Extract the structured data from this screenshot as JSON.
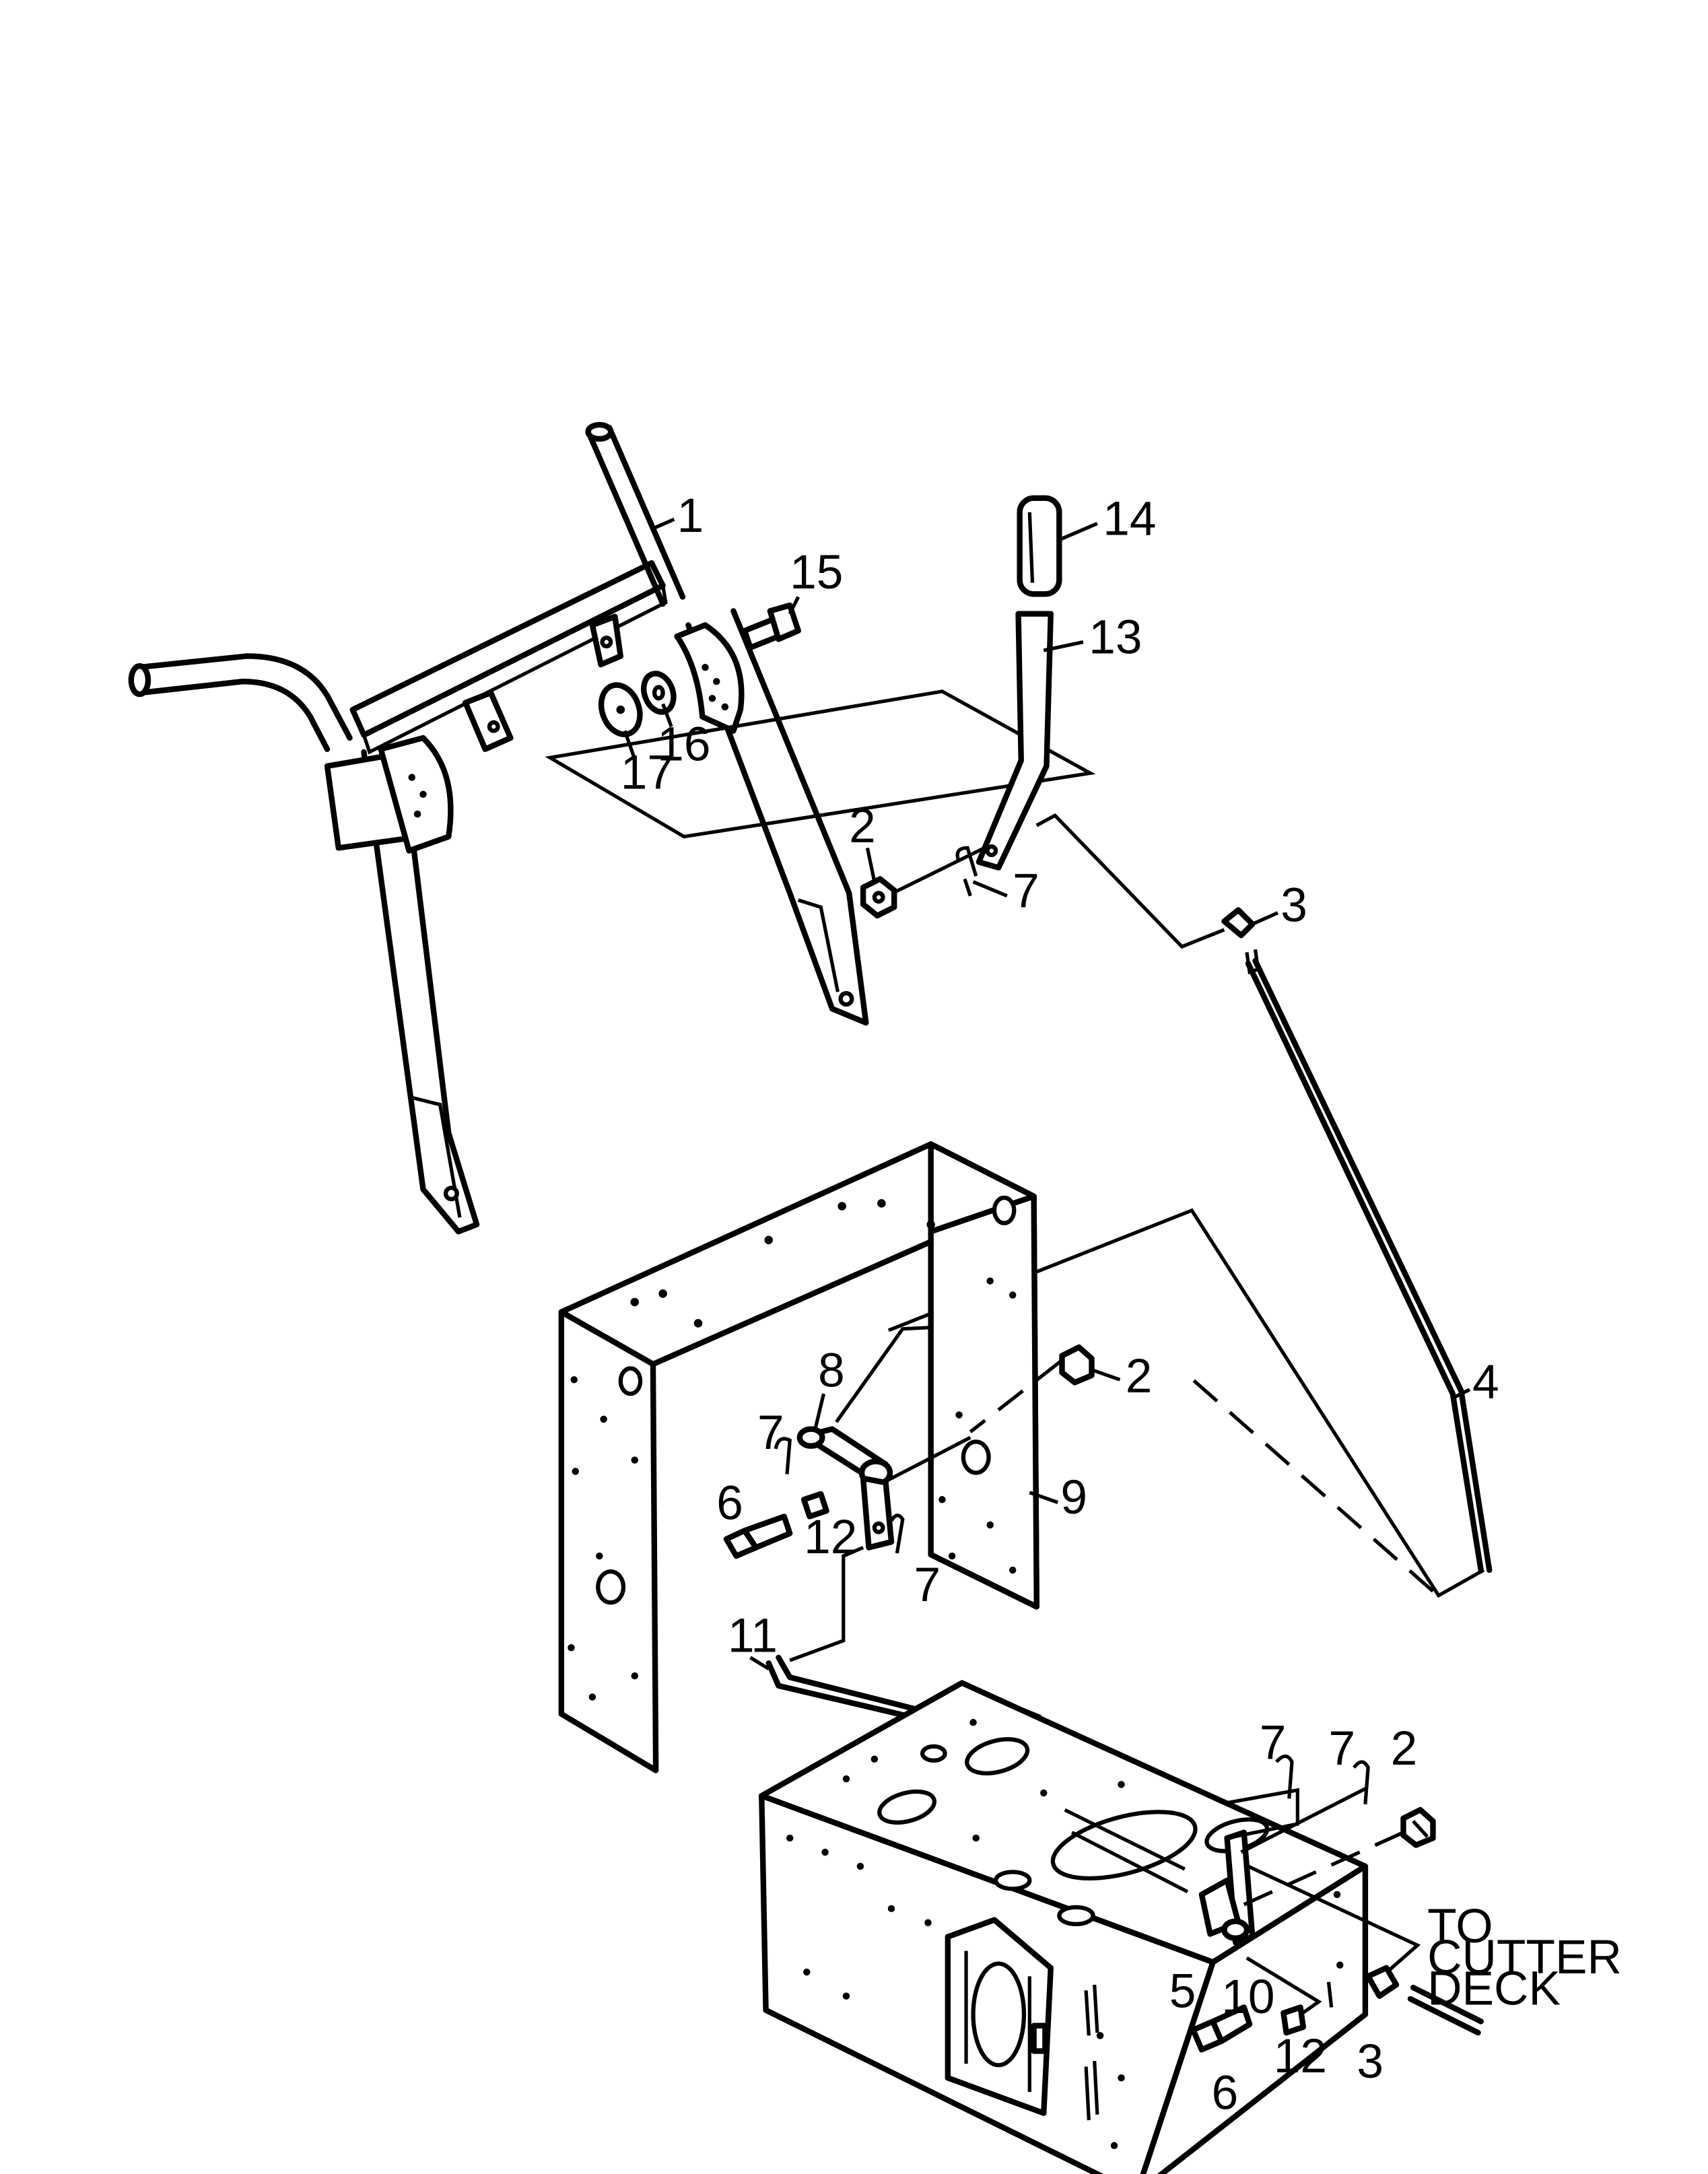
{
  "callouts": [
    {
      "id": "c1",
      "text": "1"
    },
    {
      "id": "c14",
      "text": "14"
    },
    {
      "id": "c15",
      "text": "15"
    },
    {
      "id": "c13",
      "text": "13"
    },
    {
      "id": "c16",
      "text": "16"
    },
    {
      "id": "c17",
      "text": "17"
    },
    {
      "id": "c2a",
      "text": "2"
    },
    {
      "id": "c7a",
      "text": "7"
    },
    {
      "id": "c3a",
      "text": "3"
    },
    {
      "id": "c8",
      "text": "8"
    },
    {
      "id": "c2b",
      "text": "2"
    },
    {
      "id": "c7b",
      "text": "7"
    },
    {
      "id": "c6a",
      "text": "6"
    },
    {
      "id": "c12a",
      "text": "12"
    },
    {
      "id": "c9",
      "text": "9"
    },
    {
      "id": "c7c",
      "text": "7"
    },
    {
      "id": "c4",
      "text": "4"
    },
    {
      "id": "c11",
      "text": "11"
    },
    {
      "id": "c7d",
      "text": "7"
    },
    {
      "id": "c7e",
      "text": "7"
    },
    {
      "id": "c2c",
      "text": "2"
    },
    {
      "id": "c10",
      "text": "10"
    },
    {
      "id": "c5",
      "text": "5"
    },
    {
      "id": "c12b",
      "text": "12"
    },
    {
      "id": "c3b",
      "text": "3"
    },
    {
      "id": "c6b",
      "text": "6"
    }
  ],
  "note": {
    "line1": "TO",
    "line2": "CUTTER",
    "line3": "DECK"
  }
}
